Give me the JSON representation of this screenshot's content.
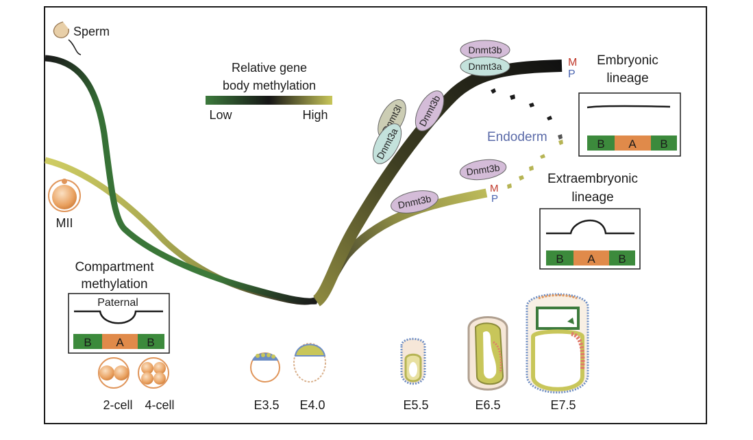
{
  "labels": {
    "sperm": "Sperm",
    "mii": "MII",
    "legend_title_1": "Relative gene",
    "legend_title_2": "body methylation",
    "legend_low": "Low",
    "legend_high": "High",
    "embryonic_1": "Embryonic",
    "embryonic_2": "lineage",
    "extraembryonic_1": "Extraembryonic",
    "extraembryonic_2": "lineage",
    "endoderm": "Endoderm",
    "compartment_1": "Compartment",
    "compartment_2": "methylation",
    "paternal": "Paternal",
    "mark_m": "M",
    "mark_p": "P"
  },
  "enzymes": {
    "dnmt3b": "Dnmt3b",
    "dnmt3a": "Dnmt3a",
    "dnmt3l": "Dnmt3l"
  },
  "compartments": {
    "b": "B",
    "a": "A"
  },
  "stages": {
    "cell2": "2-cell",
    "cell4": "4-cell",
    "e35": "E3.5",
    "e40": "E4.0",
    "e55": "E5.5",
    "e65": "E6.5",
    "e75": "E7.5"
  },
  "colors": {
    "low": "#3c7a3c",
    "mid": "#1a1a1a",
    "high": "#c8c65a",
    "compartment_b": "#3c8a3c",
    "compartment_a": "#e08a4a",
    "m_red": "#c0392b",
    "p_blue": "#4a64b0",
    "endoderm": "#5a6aa8",
    "oocyte": "#e8a060",
    "dnmt3b_fill": "#d4bcd8",
    "dnmt3a_fill": "#c4e2dc",
    "dnmt3l_fill": "#cccdb4"
  }
}
